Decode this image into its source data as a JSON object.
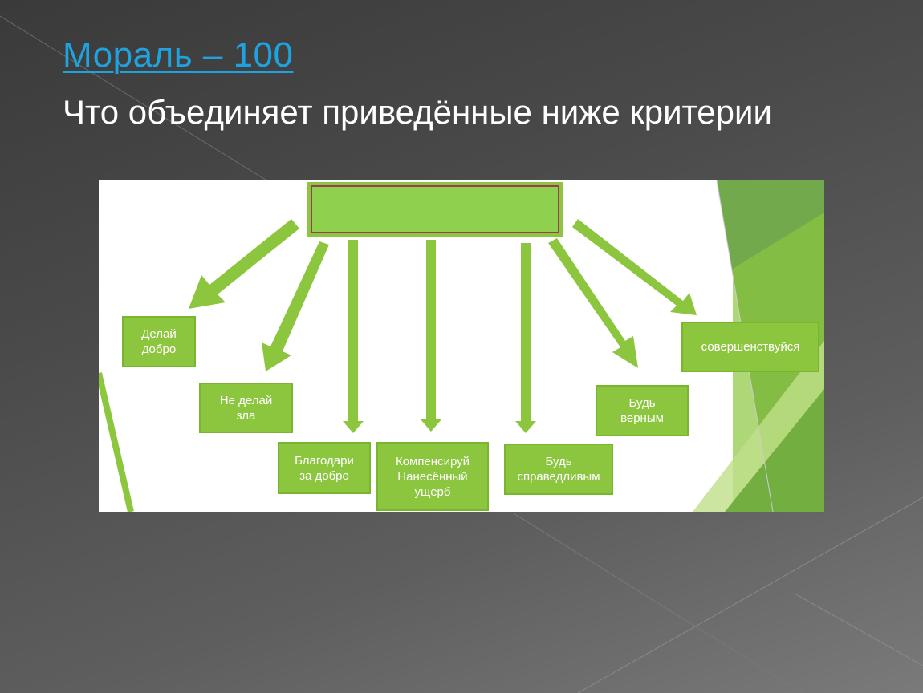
{
  "slide": {
    "title_link": "Мораль – 100",
    "question": "Что объединяет приведённые ниже критерии"
  },
  "diagram": {
    "center_label": "",
    "nodes": [
      {
        "id": "delay-dobro",
        "label": "Делай\nдобро"
      },
      {
        "id": "ne-delay-zla",
        "label": "Не делай\nзла"
      },
      {
        "id": "blagodari",
        "label": "Благодари\nза добро"
      },
      {
        "id": "kompensiruy",
        "label": "Компенсируй\nНанесённый\nущерб"
      },
      {
        "id": "bud-spravedlivym",
        "label": "Будь\nсправедливым"
      },
      {
        "id": "bud-vernym",
        "label": "Будь\nверным"
      },
      {
        "id": "sovershenstvuysya",
        "label": "совершенствуйся"
      }
    ],
    "colors": {
      "node_fill": "#8cc63f",
      "arrow_fill": "#8cc63f",
      "center_border": "#9c3a5a",
      "title_link": "#1fa3e0"
    }
  }
}
